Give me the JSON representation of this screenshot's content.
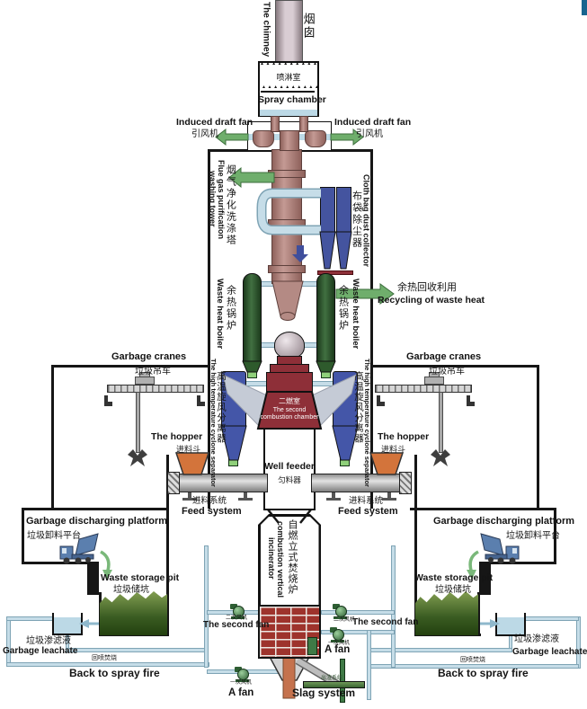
{
  "colors": {
    "pipe_blue": "#c6dde8",
    "navy": "#44549f",
    "dark_green": "#2e5a2c",
    "bright_green": "#6fae6c",
    "dark_red": "#8e2f38",
    "brick_red": "#9e332c",
    "mauve": "#b48a84",
    "orange": "#d3743b",
    "fan_green": "#3f7a46"
  },
  "deco": {
    "spray_triangles": "▲▲▲▲▲▲▲▲▲▲"
  },
  "chimney": {
    "en": "The chimney",
    "zh": "烟囱"
  },
  "spray": {
    "zh": "喷淋室",
    "en": "Spray chamber"
  },
  "draft_fan": {
    "en": "Induced draft fan",
    "zh": "引风机"
  },
  "washing_tower": {
    "zh": "烟气净化洗涤塔",
    "en1": "Flue gas purification",
    "en2": "washing tower"
  },
  "dust_collector": {
    "zh": "布袋除尘器",
    "en": "Cloth bag dust collector"
  },
  "recycling": {
    "zh": "余热回收利用",
    "en": "Recycling of waste heat"
  },
  "boiler": {
    "zh": "余热锅炉",
    "en": "Waste heat boiler"
  },
  "cyclone": {
    "zh": "高温旋风分离器",
    "en": "The high temperature cyclone separator"
  },
  "chamber": {
    "zh": "二燃室",
    "en1": "The second",
    "en2": "combustion chamber"
  },
  "crane": {
    "en": "Garbage cranes",
    "zh": "垃圾吊车"
  },
  "hopper": {
    "en": "The hopper",
    "zh": "进料斗"
  },
  "well_feeder": {
    "en": "Well feeder",
    "zh": "匀料器"
  },
  "feed_system": {
    "zh": "进料系统",
    "en": "Feed system"
  },
  "incinerator": {
    "zh": "自燃立式焚烧炉",
    "en1": "combustion vertical",
    "en2": "incinerator"
  },
  "second_fan": {
    "en": "The second fan",
    "zh": "二次风机"
  },
  "a_fan": {
    "en": "A fan",
    "zh": "一次风机"
  },
  "slag": {
    "en": "Slag system",
    "zh": "出渣系统"
  },
  "platform": {
    "en": "Garbage discharging platform",
    "zh": "垃圾卸料平台"
  },
  "pit": {
    "en": "Waste storage pit",
    "zh": "垃圾储坑"
  },
  "leachate": {
    "zh": "垃圾渗滤液",
    "en": "Garbage leachate"
  },
  "spray_fire": {
    "zh": "回喷焚烧",
    "en": "Back to spray fire"
  }
}
